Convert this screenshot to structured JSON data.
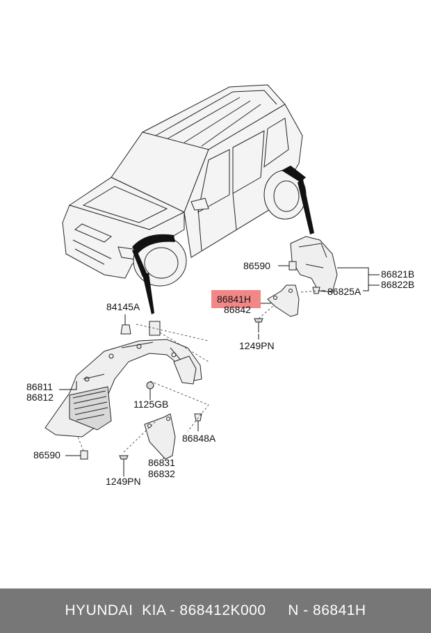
{
  "callouts": {
    "c84145A": "84145A",
    "c86811": "86811",
    "c86812": "86812",
    "c1125GB": "1125GB",
    "c86590_left": "86590",
    "c86848A": "86848A",
    "c86831": "86831",
    "c86832": "86832",
    "c1249PN_left": "1249PN",
    "c86590_right": "86590",
    "c86821B": "86821B",
    "c86822B": "86822B",
    "c86825A": "86825A",
    "c86841H": "86841H",
    "c86842": "86842",
    "c1249PN_right": "1249PN"
  },
  "highlight": {
    "part": "86841H",
    "color": "#f07a7a"
  },
  "footer": {
    "text": "HYUNDAI  KIA - 868412K000     N - 86841H"
  }
}
